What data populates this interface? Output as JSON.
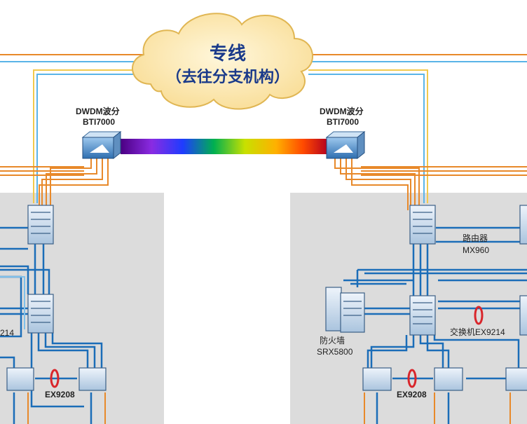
{
  "cloud": {
    "line1": "专线",
    "line2": "（去往分支机构）"
  },
  "dwdm_left": {
    "line1": "DWDM波分",
    "line2": "BTI7000"
  },
  "dwdm_right": {
    "line1": "DWDM波分",
    "line2": "BTI7000"
  },
  "left_site": {
    "switch_label_partial": "214",
    "access_pair_label": "EX9208"
  },
  "right_site": {
    "router_label": "路由器",
    "router_model": "MX960",
    "firewall_label": "防火墙",
    "firewall_model": "SRX5800",
    "core_switch_label": "交换机EX9214",
    "access_pair_label": "EX9208"
  },
  "colors": {
    "link_blue": "#1b6db8",
    "link_orange": "#e8892a",
    "link_yellow": "#f2c94c",
    "link_cyan": "#5ab4e8",
    "zone_gray": "#dcdcdc",
    "cloud_fill": "#fde9b8",
    "stacking_red": "#d9262b"
  }
}
